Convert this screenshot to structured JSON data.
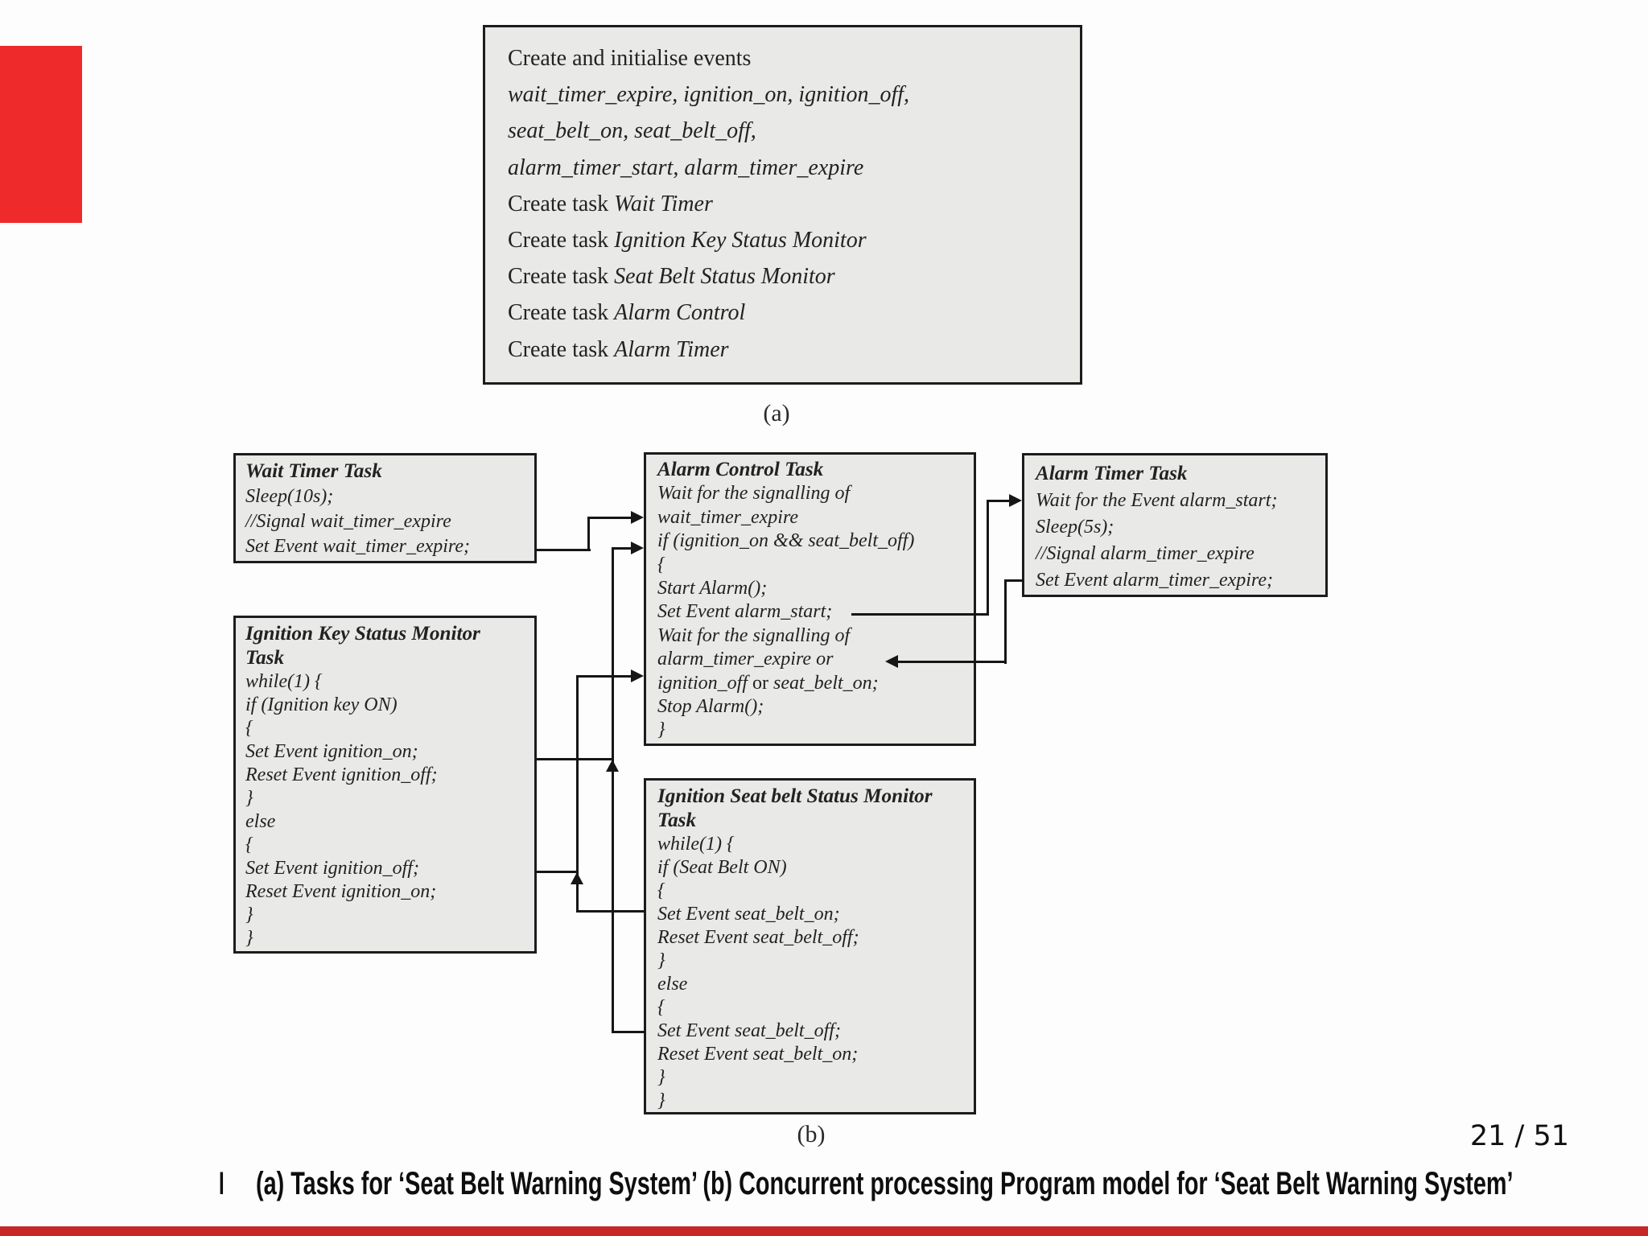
{
  "slide": {
    "page_number": "21 / 51",
    "label_a": "(a)",
    "label_b": "(b)",
    "caption_stub": "I",
    "caption": "(a) Tasks for ‘Seat Belt Warning System’ (b) Concurrent processing Program model for ‘Seat Belt Warning System’",
    "colors": {
      "accent_red": "#ee2a2a",
      "footer_red": "#c62828",
      "box_fill": "#e9e9e8",
      "box_border": "#1c1c1c",
      "connector": "#161616"
    }
  },
  "boxes": {
    "init": {
      "name": "create-initialise-events-box",
      "lines": [
        [
          {
            "t": "Create and initialise events",
            "s": "r"
          }
        ],
        [
          {
            "t": "wait_timer_expire, ignition_on, ignition_off,",
            "s": "i"
          }
        ],
        [
          {
            "t": "seat_belt_on, seat_belt_off,",
            "s": "i"
          }
        ],
        [
          {
            "t": "alarm_timer_start, alarm_timer_expire",
            "s": "i"
          }
        ],
        [
          {
            "t": "Create task ",
            "s": "r"
          },
          {
            "t": "Wait Timer",
            "s": "i"
          }
        ],
        [
          {
            "t": "Create task ",
            "s": "r"
          },
          {
            "t": "Ignition Key Status Monitor",
            "s": "i"
          }
        ],
        [
          {
            "t": "Create task ",
            "s": "r"
          },
          {
            "t": "Seat Belt Status Monitor",
            "s": "i"
          }
        ],
        [
          {
            "t": "Create task ",
            "s": "r"
          },
          {
            "t": "Alarm Control",
            "s": "i"
          }
        ],
        [
          {
            "t": "Create task ",
            "s": "r"
          },
          {
            "t": "Alarm Timer",
            "s": "i"
          }
        ]
      ]
    },
    "wait_timer": {
      "name": "wait-timer-task-box",
      "lines": [
        [
          {
            "t": "Wait Timer Task",
            "s": "b"
          }
        ],
        [
          {
            "t": "Sleep(10s);",
            "s": "i"
          }
        ],
        [
          {
            "t": "//Signal wait_timer_expire",
            "s": "i"
          }
        ],
        [
          {
            "t": "Set Event wait_timer_expire;",
            "s": "i"
          }
        ]
      ]
    },
    "ignition_key": {
      "name": "ignition-key-status-monitor-task-box",
      "lines": [
        [
          {
            "t": "Ignition Key Status Monitor",
            "s": "b"
          }
        ],
        [
          {
            "t": "Task",
            "s": "b"
          }
        ],
        [
          {
            "t": "while(1)  {",
            "s": "i"
          }
        ],
        [
          {
            "t": "if (Ignition key ON)",
            "s": "i"
          }
        ],
        [
          {
            "t": "{",
            "s": "i"
          }
        ],
        [
          {
            "t": "Set Event ignition_on;",
            "s": "i"
          }
        ],
        [
          {
            "t": "Reset Event ignition_off;",
            "s": "i"
          }
        ],
        [
          {
            "t": "}",
            "s": "i"
          }
        ],
        [
          {
            "t": "else",
            "s": "i"
          }
        ],
        [
          {
            "t": "{",
            "s": "i"
          }
        ],
        [
          {
            "t": "Set Event ignition_off;",
            "s": "i"
          }
        ],
        [
          {
            "t": "Reset Event ignition_on;",
            "s": "i"
          }
        ],
        [
          {
            "t": "}",
            "s": "i"
          }
        ],
        [
          {
            "t": "}",
            "s": "i"
          }
        ]
      ]
    },
    "alarm_control": {
      "name": "alarm-control-task-box",
      "lines": [
        [
          {
            "t": "Alarm Control Task",
            "s": "b"
          }
        ],
        [
          {
            "t": "Wait for the signalling of",
            "s": "i"
          }
        ],
        [
          {
            "t": "wait_timer_expire",
            "s": "i"
          }
        ],
        [
          {
            "t": "if (ignition_on && seat_belt_off)",
            "s": "i"
          }
        ],
        [
          {
            "t": "{",
            "s": "i"
          }
        ],
        [
          {
            "t": "Start Alarm();",
            "s": "i"
          }
        ],
        [
          {
            "t": "Set Event alarm_start;",
            "s": "i"
          }
        ],
        [
          {
            "t": "Wait for the signalling of",
            "s": "i"
          }
        ],
        [
          {
            "t": "alarm_timer_expire or",
            "s": "i"
          }
        ],
        [
          {
            "t": "ignition_off ",
            "s": "i"
          },
          {
            "t": "or",
            "s": "r"
          },
          {
            "t": " seat_belt_on;",
            "s": "i"
          }
        ],
        [
          {
            "t": "Stop Alarm();",
            "s": "i"
          }
        ],
        [
          {
            "t": "}",
            "s": "i"
          }
        ]
      ]
    },
    "alarm_timer": {
      "name": "alarm-timer-task-box",
      "lines": [
        [
          {
            "t": "Alarm Timer Task",
            "s": "b"
          }
        ],
        [
          {
            "t": "Wait for the Event alarm_start;",
            "s": "i"
          }
        ],
        [
          {
            "t": "Sleep(5s);",
            "s": "i"
          }
        ],
        [
          {
            "t": "//Signal alarm_timer_expire",
            "s": "i"
          }
        ],
        [
          {
            "t": "Set Event alarm_timer_expire;",
            "s": "i"
          }
        ]
      ]
    },
    "seat_belt": {
      "name": "ignition-seat-belt-status-monitor-task-box",
      "lines": [
        [
          {
            "t": "Ignition Seat belt Status Monitor",
            "s": "b"
          }
        ],
        [
          {
            "t": "Task",
            "s": "b"
          }
        ],
        [
          {
            "t": "while(1)  {",
            "s": "i"
          }
        ],
        [
          {
            "t": "if (Seat Belt ON)",
            "s": "i"
          }
        ],
        [
          {
            "t": "{",
            "s": "i"
          }
        ],
        [
          {
            "t": "Set Event seat_belt_on;",
            "s": "i"
          }
        ],
        [
          {
            "t": "Reset Event seat_belt_off;",
            "s": "i"
          }
        ],
        [
          {
            "t": "}",
            "s": "i"
          }
        ],
        [
          {
            "t": "else",
            "s": "i"
          }
        ],
        [
          {
            "t": "{",
            "s": "i"
          }
        ],
        [
          {
            "t": "Set Event seat_belt_off;",
            "s": "i"
          }
        ],
        [
          {
            "t": "Reset Event seat_belt_on;",
            "s": "i"
          }
        ],
        [
          {
            "t": "}",
            "s": "i"
          }
        ],
        [
          {
            "t": "}",
            "s": "i"
          }
        ]
      ]
    }
  },
  "connections": [
    {
      "event": "wait_timer_expire",
      "from": "wait-timer-task",
      "to": "alarm-control-task"
    },
    {
      "event": "ignition_on",
      "from": "ignition-key-status-monitor-task",
      "to": "alarm-control-task"
    },
    {
      "event": "ignition_off",
      "from": "ignition-key-status-monitor-task",
      "to": "alarm-control-task"
    },
    {
      "event": "seat_belt_on",
      "from": "ignition-seat-belt-status-monitor-task",
      "to": "alarm-control-task"
    },
    {
      "event": "seat_belt_off",
      "from": "ignition-seat-belt-status-monitor-task",
      "to": "alarm-control-task"
    },
    {
      "event": "alarm_start",
      "from": "alarm-control-task",
      "to": "alarm-timer-task"
    },
    {
      "event": "alarm_timer_expire",
      "from": "alarm-timer-task",
      "to": "alarm-control-task"
    }
  ]
}
